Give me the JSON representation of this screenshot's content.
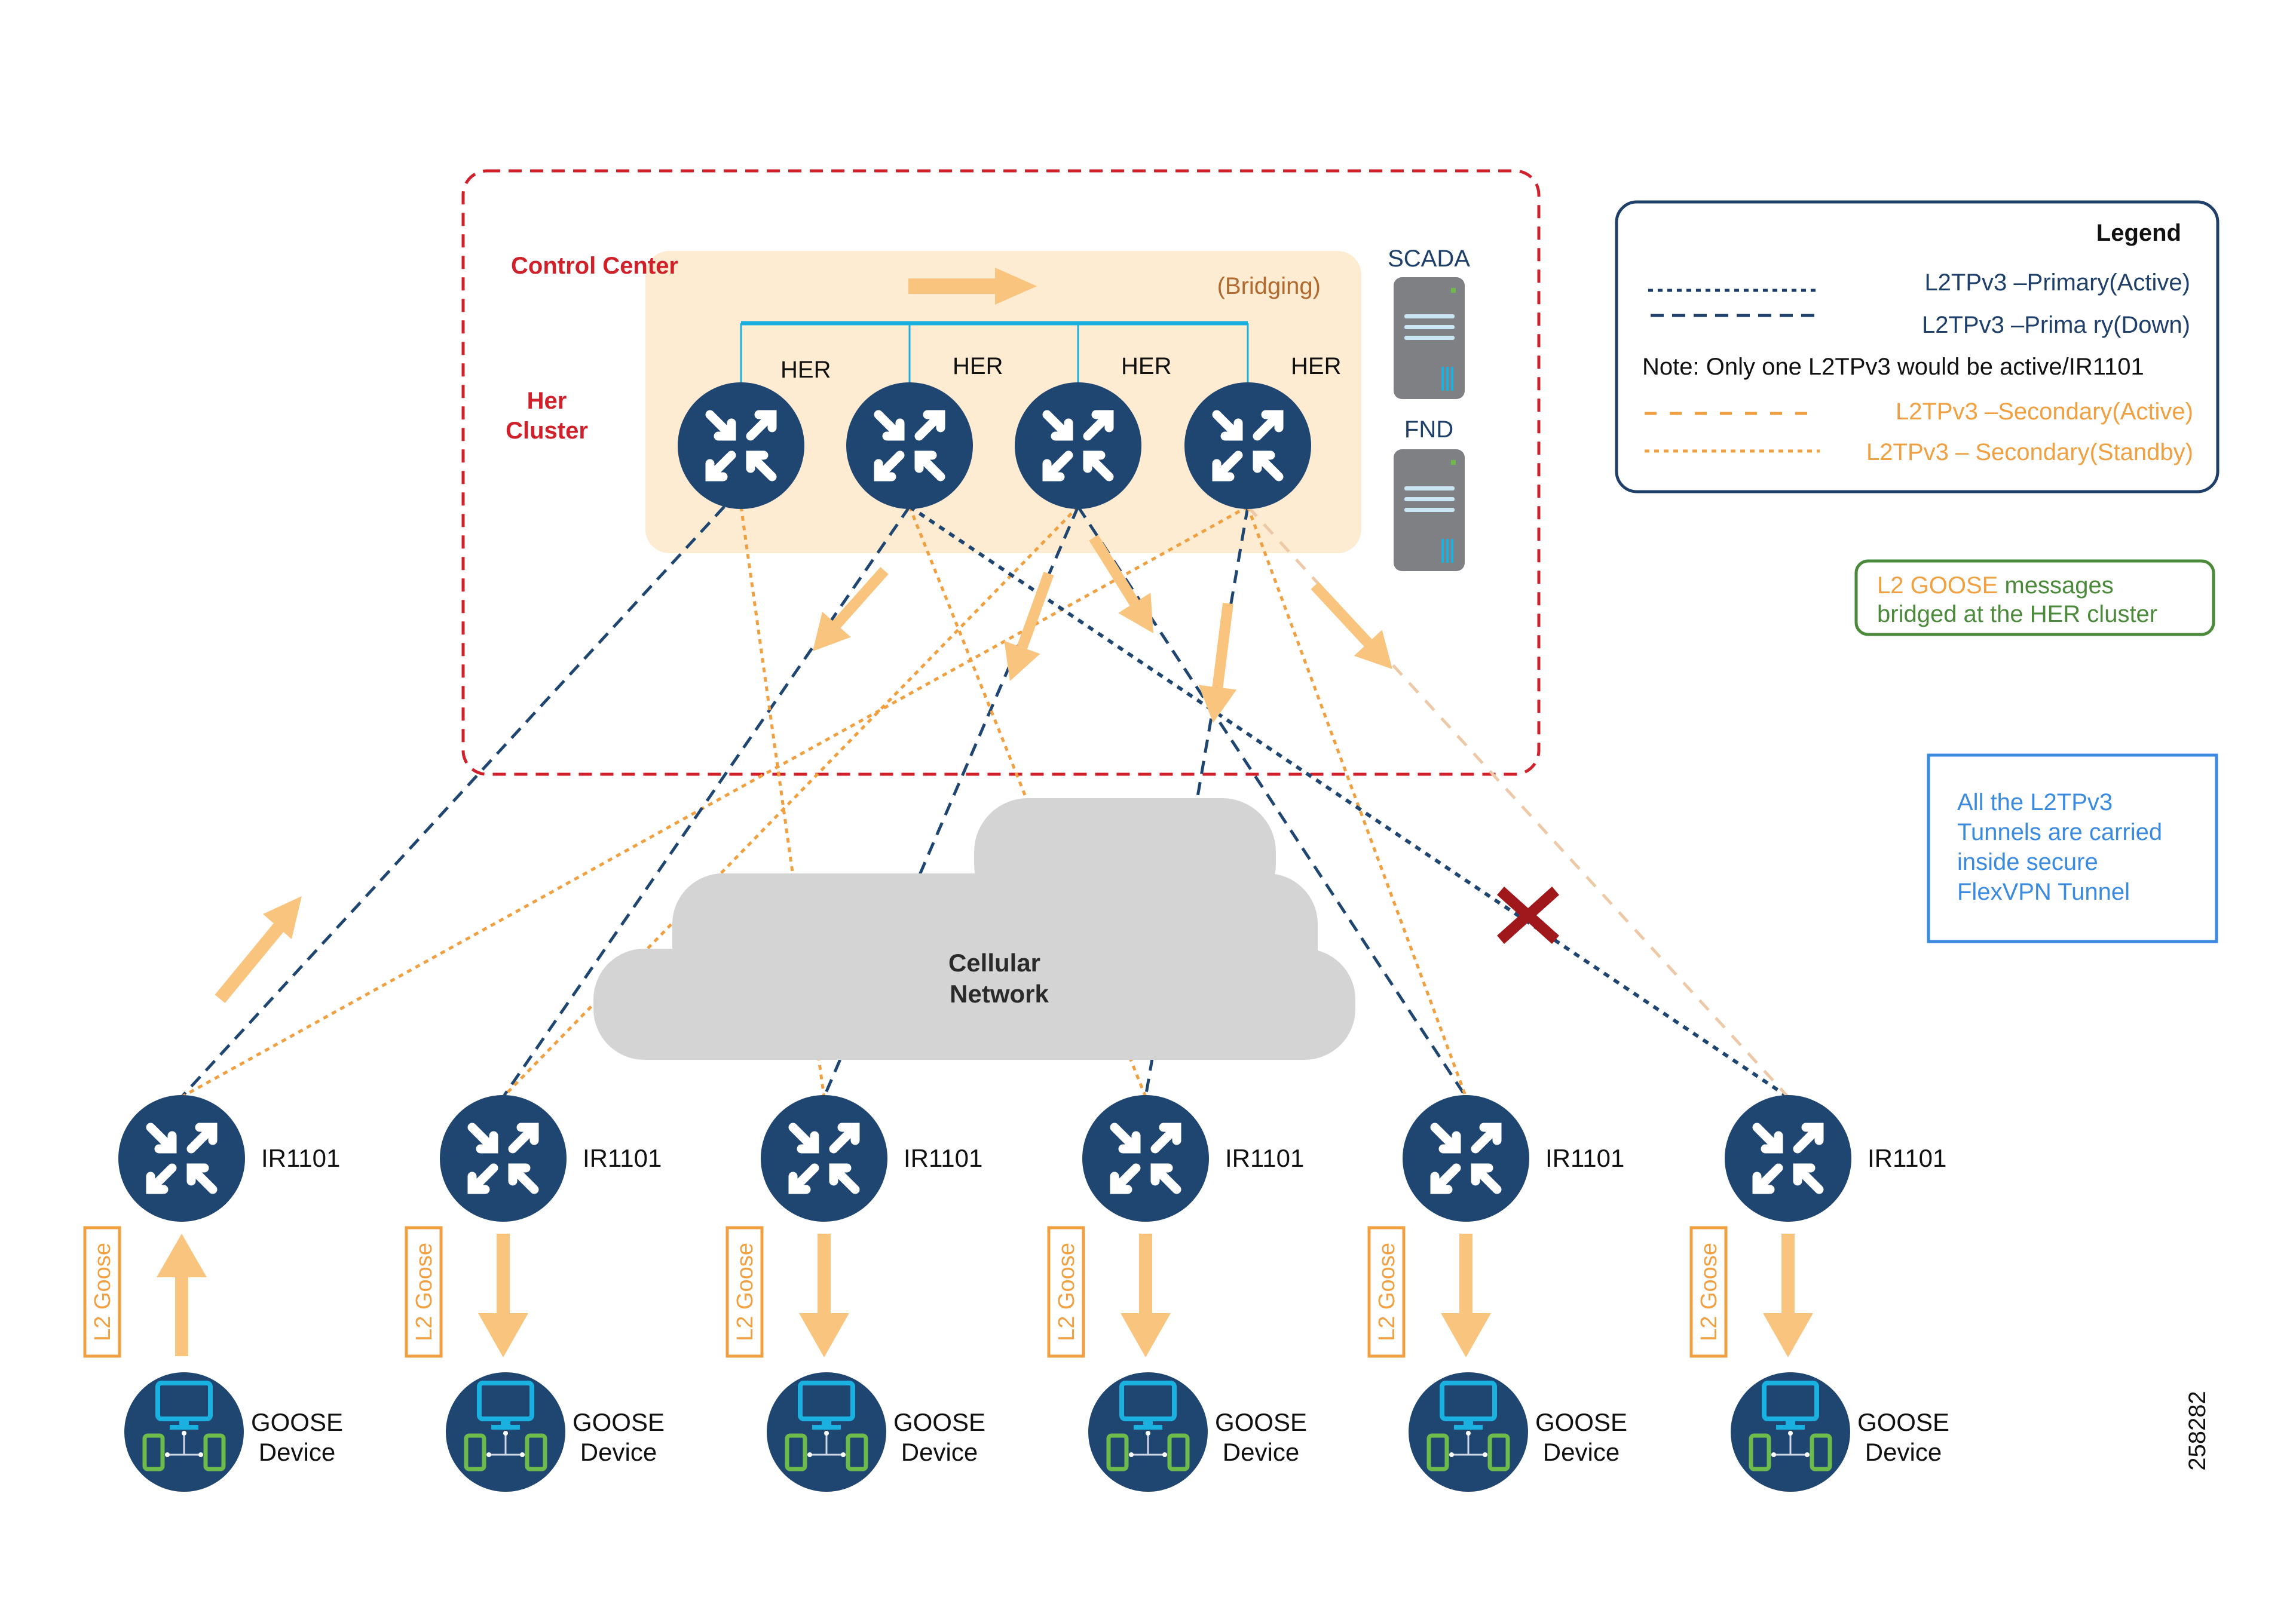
{
  "control_center": {
    "title": "Control Center",
    "cluster_label_line1": "Her",
    "cluster_label_line2": "Cluster",
    "bridging_label": "(Bridging)",
    "her_routers": [
      {
        "label": "HER"
      },
      {
        "label": "HER"
      },
      {
        "label": "HER"
      },
      {
        "label": "HER"
      }
    ],
    "servers": [
      {
        "label": "SCADA"
      },
      {
        "label": "FND"
      }
    ]
  },
  "legend": {
    "title": "Legend",
    "items": [
      {
        "style": "dotted",
        "color": "#1f3f6b",
        "label": "L2TPv3 –Primary(Active)"
      },
      {
        "style": "dashed",
        "color": "#1f3f6b",
        "label": "L2TPv3 –Prima ry(Down)"
      },
      {
        "style": "dashed",
        "color": "#f0a040",
        "label": "L2TPv3 –Secondary(Active)"
      },
      {
        "style": "dotted",
        "color": "#f0a040",
        "label": "L2TPv3 – Secondary(Standby)"
      }
    ],
    "note": "Note: Only one L2TPv3 would be active/IR1101"
  },
  "goose_note": {
    "highlight": "L2 GOOSE",
    "line1_rest": " messages",
    "line2": "bridged at the HER cluster"
  },
  "flexvpn_note": {
    "lines": [
      "All the L2TPv3",
      "Tunnels are carried",
      "inside secure",
      "FlexVPN Tunnel"
    ]
  },
  "cloud": {
    "line1": "Cellular",
    "line2": "Network"
  },
  "sites": [
    {
      "router_label": "IR1101",
      "goose_tag": "L2 Goose",
      "flow": "up",
      "device_line1": "GOOSE",
      "device_line2": "Device"
    },
    {
      "router_label": "IR1101",
      "goose_tag": "L2 Goose",
      "flow": "down",
      "device_line1": "GOOSE",
      "device_line2": "Device"
    },
    {
      "router_label": "IR1101",
      "goose_tag": "L2 Goose",
      "flow": "down",
      "device_line1": "GOOSE",
      "device_line2": "Device"
    },
    {
      "router_label": "IR1101",
      "goose_tag": "L2 Goose",
      "flow": "down",
      "device_line1": "GOOSE",
      "device_line2": "Device"
    },
    {
      "router_label": "IR1101",
      "goose_tag": "L2 Goose",
      "flow": "down",
      "device_line1": "GOOSE",
      "device_line2": "Device"
    },
    {
      "router_label": "IR1101",
      "goose_tag": "L2 Goose",
      "flow": "down",
      "device_line1": "GOOSE",
      "device_line2": "Device"
    }
  ],
  "tunnels": [
    {
      "her": 0,
      "site": 0,
      "type": "primary-down"
    },
    {
      "her": 3,
      "site": 0,
      "type": "secondary-standby"
    },
    {
      "her": 1,
      "site": 1,
      "type": "primary-down"
    },
    {
      "her": 2,
      "site": 1,
      "type": "secondary-standby"
    },
    {
      "her": 0,
      "site": 2,
      "type": "secondary-standby"
    },
    {
      "her": 2,
      "site": 2,
      "type": "primary-down"
    },
    {
      "her": 1,
      "site": 3,
      "type": "secondary-standby"
    },
    {
      "her": 3,
      "site": 3,
      "type": "primary-down"
    },
    {
      "her": 2,
      "site": 4,
      "type": "primary-down"
    },
    {
      "her": 3,
      "site": 4,
      "type": "secondary-standby"
    },
    {
      "her": 1,
      "site": 5,
      "type": "primary-active-failed"
    },
    {
      "her": 3,
      "site": 5,
      "type": "secondary-active-faded"
    }
  ],
  "failure_marker": "link-failure-x",
  "figure_id": "258282",
  "colors": {
    "navy": "#1f4571",
    "orange": "#f0a040",
    "arrow": "#f9c47d",
    "peach": "#fdebd2",
    "red": "#d0202a",
    "green": "#4a8a3a",
    "blue_note": "#3a8ae0",
    "cloud": "#d4d4d4",
    "server": "#7f8084",
    "cyan": "#1ab0e0",
    "x_mark": "#a0181c"
  }
}
